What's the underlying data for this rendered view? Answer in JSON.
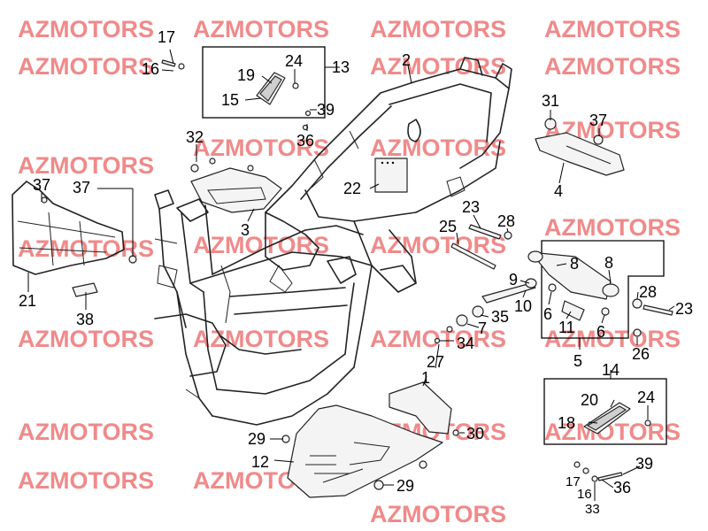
{
  "watermark": {
    "text": "AZMOTORS",
    "color": "#f08a8a"
  },
  "callouts": [
    "17",
    "16",
    "13",
    "24",
    "19",
    "15",
    "39",
    "36",
    "2",
    "32",
    "3",
    "37",
    "37",
    "21",
    "38",
    "22",
    "31",
    "37",
    "4",
    "23",
    "28",
    "25",
    "8",
    "9",
    "8",
    "10",
    "28",
    "23",
    "6",
    "11",
    "6",
    "35",
    "7",
    "34",
    "5",
    "26",
    "27",
    "1",
    "14",
    "20",
    "24",
    "18",
    "29",
    "30",
    "12",
    "29",
    "39",
    "17",
    "16",
    "36",
    "33"
  ]
}
